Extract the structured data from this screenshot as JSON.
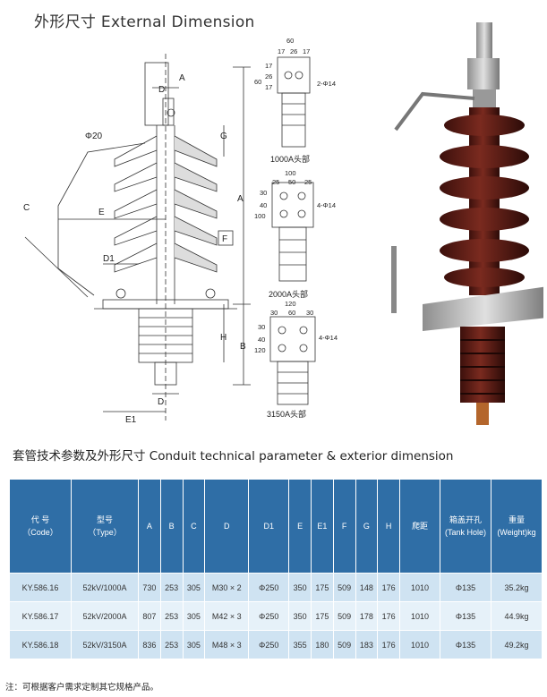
{
  "title": "外形尺寸 External Dimension",
  "drawing": {
    "labels": {
      "a_top": "A",
      "d_top": "D",
      "phi20": "Φ20",
      "g": "G",
      "c": "C",
      "e": "E",
      "a_side": "A",
      "f": "F",
      "d1": "D1",
      "h": "H",
      "b": "B",
      "d_bottom": "D",
      "e1": "E1"
    }
  },
  "heads": [
    {
      "caption": "1000A头部",
      "widths": [
        "60",
        "17",
        "26",
        "17"
      ],
      "heights": [
        "17",
        "26",
        "17",
        "60"
      ],
      "hole": "2-Φ14"
    },
    {
      "caption": "2000A头部",
      "widths": [
        "100",
        "25",
        "50",
        "25"
      ],
      "heights": [
        "30",
        "40",
        "100"
      ],
      "hole": "4-Φ14"
    },
    {
      "caption": "3150A头部",
      "widths": [
        "120",
        "30",
        "60",
        "30"
      ],
      "heights": [
        "30",
        "40",
        "120"
      ],
      "hole": "4-Φ14"
    }
  ],
  "section_title": "套管技术参数及外形尺寸 Conduit technical parameter & exterior dimension",
  "table": {
    "headers": [
      [
        "代 号",
        "（Code）"
      ],
      [
        "型号",
        "（Type）"
      ],
      [
        "A"
      ],
      [
        "B"
      ],
      [
        "C"
      ],
      [
        "D"
      ],
      [
        "D1"
      ],
      [
        "E"
      ],
      [
        "E1"
      ],
      [
        "F"
      ],
      [
        "G"
      ],
      [
        "H"
      ],
      [
        "爬距"
      ],
      [
        "箱盖开孔",
        "(Tank Hole)"
      ],
      [
        "重量",
        "(Weight)kg"
      ]
    ],
    "rows": [
      [
        "KY.586.16",
        "52kV/1000A",
        "730",
        "253",
        "305",
        "M30 × 2",
        "Φ250",
        "350",
        "175",
        "509",
        "148",
        "176",
        "1010",
        "Φ135",
        "35.2kg"
      ],
      [
        "KY.586.17",
        "52kV/2000A",
        "807",
        "253",
        "305",
        "M42 × 3",
        "Φ250",
        "350",
        "175",
        "509",
        "178",
        "176",
        "1010",
        "Φ135",
        "44.9kg"
      ],
      [
        "KY.586.18",
        "52kV/3150A",
        "836",
        "253",
        "305",
        "M48 × 3",
        "Φ250",
        "355",
        "180",
        "509",
        "183",
        "176",
        "1010",
        "Φ135",
        "49.2kg"
      ]
    ]
  },
  "note": "注：可根据客户需求定制其它规格产品。",
  "colors": {
    "header": "#2f6ea6",
    "row_dark": "#cfe3f2",
    "row_light": "#e6f1f9",
    "porcelain": "#5a1a14"
  }
}
